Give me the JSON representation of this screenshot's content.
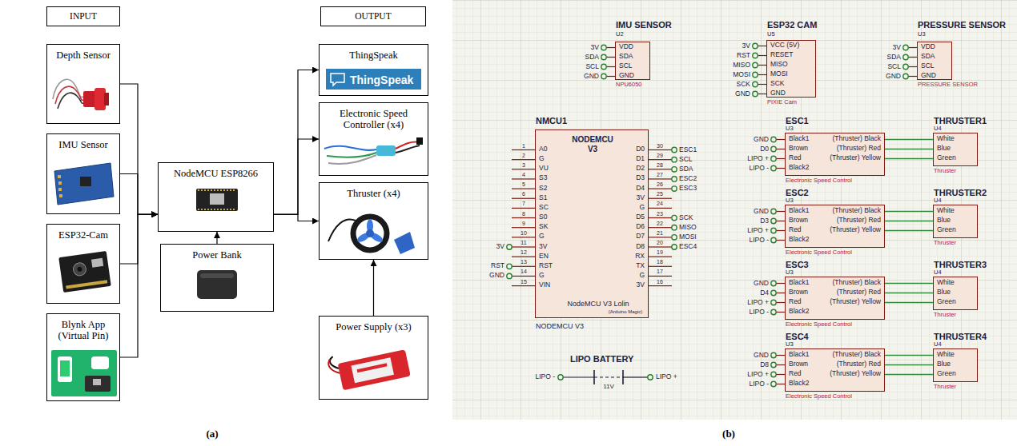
{
  "diagram": {
    "nodes": [
      {
        "text": [
          "INPUT"
        ]
      },
      {
        "text": [
          "Depth Sensor"
        ]
      },
      {
        "text": [
          "IMU Sensor"
        ]
      },
      {
        "text": [
          "ESP32-Cam"
        ]
      },
      {
        "text": [
          "Blynk App (Virtual Pin)"
        ]
      },
      {
        "text": [
          "NodeMCU ESP8266"
        ]
      },
      {
        "text": [
          "Power Bank"
        ]
      },
      {
        "text": [
          "OUTPUT"
        ]
      },
      {
        "text": [
          "ThingSpeak",
          "ThingSpeak"
        ]
      },
      {
        "text": [
          "Electronic Speed Controller (x4)"
        ]
      },
      {
        "text": [
          "Thruster (x4)"
        ]
      },
      {
        "text": [
          "Power Supply (x3)"
        ]
      },
      {
        "text": [
          "IMU SENSOR",
          "U2",
          "VDD",
          "SDA",
          "SCL",
          "GND",
          "NPU6050"
        ]
      },
      {
        "text": [
          "ESP32 CAM",
          "U5",
          "VCC (5V)",
          "RESET",
          "MISO",
          "MOSI",
          "SCK",
          "GND",
          "PIXIE Cam"
        ]
      },
      {
        "text": [
          "PRESSURE SENSOR",
          "U3",
          "VDD",
          "SDA",
          "SCL",
          "GND",
          "PRESSURE SENSOR"
        ]
      },
      {
        "text": [
          "NMCU1",
          "NODEMCU V3",
          "A0",
          "G",
          "VU",
          "S3",
          "S2",
          "S1",
          "SC",
          "S0",
          "SK",
          "G",
          "3V",
          "EN",
          "RST",
          "G",
          "VIN",
          "D0",
          "D1",
          "D2",
          "D3",
          "D4",
          "3V",
          "G",
          "D5",
          "D6",
          "D7",
          "D8",
          "RX",
          "TX",
          "G",
          "3V",
          "NodeMCU V3 Lolin",
          "(Arduino Magic)",
          "NODEMCU V3"
        ]
      },
      {
        "text": [
          "ESC1",
          "U3",
          "Black1",
          "Brown",
          "Red",
          "Black2",
          "(Thruster) Black",
          "(Thruster) Red",
          "(Thruster) Yellow",
          "Electronic Speed Control"
        ]
      },
      {
        "text": [
          "THRUSTER1",
          "U4",
          "White",
          "Blue",
          "Green",
          "Thruster"
        ]
      },
      {
        "text": [
          "ESC2",
          "U3",
          "Black1",
          "Brown",
          "Red",
          "Black2",
          "(Thruster) Black",
          "(Thruster) Red",
          "(Thruster) Yellow",
          "Electronic Speed Control"
        ]
      },
      {
        "text": [
          "THRUSTER2",
          "U4",
          "White",
          "Blue",
          "Green",
          "Thruster"
        ]
      },
      {
        "text": [
          "ESC3",
          "U3",
          "Black1",
          "Brown",
          "Red",
          "Black2",
          "(Thruster) Black",
          "(Thruster) Red",
          "(Thruster) Yellow",
          "Electronic Speed Control"
        ]
      },
      {
        "text": [
          "THRUSTER3",
          "U4",
          "White",
          "Blue",
          "Green",
          "Thruster"
        ]
      },
      {
        "text": [
          "ESC4",
          "U3",
          "Black1",
          "Brown",
          "Red",
          "Black2",
          "(Thruster) Black",
          "(Thruster) Red",
          "(Thruster) Yellow",
          "Electronic Speed Control"
        ]
      },
      {
        "text": [
          "THRUSTER4",
          "U4",
          "White",
          "Blue",
          "Green",
          "Thruster"
        ]
      }
    ],
    "edges": [
      {
        "from": 1,
        "to": 5,
        "arrow": "to"
      },
      {
        "from": 2,
        "to": 5,
        "arrow": "to"
      },
      {
        "from": 3,
        "to": 5,
        "arrow": "to"
      },
      {
        "from": 4,
        "to": 5,
        "arrow": "to"
      },
      {
        "from": 6,
        "to": 5,
        "arrow": "to"
      },
      {
        "from": 5,
        "to": 8,
        "arrow": "to"
      },
      {
        "from": 5,
        "to": 9,
        "arrow": "to"
      },
      {
        "from": 5,
        "to": 10,
        "arrow": "to"
      },
      {
        "from": 11,
        "to": 10,
        "arrow": "to"
      },
      {
        "from": 16,
        "to": 17,
        "arrow": "none"
      },
      {
        "from": 16,
        "to": 17,
        "arrow": "none"
      },
      {
        "from": 16,
        "to": 17,
        "arrow": "none"
      },
      {
        "from": 18,
        "to": 19,
        "arrow": "none"
      },
      {
        "from": 18,
        "to": 19,
        "arrow": "none"
      },
      {
        "from": 18,
        "to": 19,
        "arrow": "none"
      },
      {
        "from": 20,
        "to": 21,
        "arrow": "none"
      },
      {
        "from": 20,
        "to": 21,
        "arrow": "none"
      },
      {
        "from": 20,
        "to": 21,
        "arrow": "none"
      },
      {
        "from": 22,
        "to": 23,
        "arrow": "none"
      },
      {
        "from": 22,
        "to": 23,
        "arrow": "none"
      },
      {
        "from": 22,
        "to": 23,
        "arrow": "none"
      }
    ],
    "labels": [
      "(a)",
      "(b)",
      "3V",
      "SDA",
      "SCL",
      "GND",
      "3V",
      "RST",
      "MISO",
      "MOSI",
      "SCK",
      "GND",
      "3V",
      "SDA",
      "SCL",
      "GND",
      "1",
      "2",
      "3",
      "4",
      "5",
      "6",
      "7",
      "8",
      "9",
      "10",
      "11",
      "12",
      "13",
      "14",
      "15",
      "30",
      "29",
      "28",
      "27",
      "26",
      "25",
      "24",
      "23",
      "22",
      "21",
      "20",
      "19",
      "18",
      "17",
      "16",
      "3V",
      "RST",
      "GND",
      "ESC1",
      "SCL",
      "SDA",
      "ESC2",
      "ESC3",
      "SCK",
      "MISO",
      "MOSI",
      "ESC4",
      "GND",
      "D0",
      "LIPO +",
      "LIPO -",
      "GND",
      "D3",
      "LIPO +",
      "LIPO -",
      "GND",
      "D4",
      "LIPO +",
      "LIPO -",
      "GND",
      "D8",
      "LIPO +",
      "LIPO -",
      "LIPO BATTERY",
      "LIPO -",
      "11V",
      "LIPO +"
    ]
  }
}
